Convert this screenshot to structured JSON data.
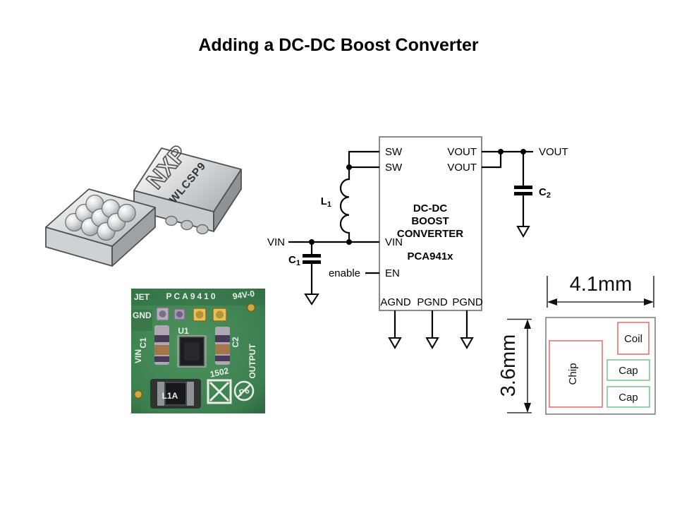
{
  "slide": {
    "title": "Adding a DC-DC Boost Converter"
  },
  "theme": {
    "accent_red": "#e57373",
    "accent_green": "#7fc795",
    "block_border": "#8a8a8a"
  },
  "chip_render": {
    "logo": "NXP",
    "package_name": "WLCSP9"
  },
  "schematic": {
    "block": {
      "title_lines": [
        "DC-DC",
        "BOOST",
        "CONVERTER"
      ],
      "part_number": "PCA941x"
    },
    "left_pins": [
      "SW",
      "SW",
      "VIN",
      "EN"
    ],
    "right_pins": [
      "VOUT",
      "VOUT"
    ],
    "bottom_pins": [
      "AGND",
      "PGND",
      "PGND"
    ],
    "net_labels": {
      "vin": "VIN",
      "vout": "VOUT",
      "enable": "enable"
    },
    "components": {
      "inductor": {
        "ref": "L",
        "sub": "1"
      },
      "input_cap": {
        "ref": "C",
        "sub": "1"
      },
      "output_cap": {
        "ref": "C",
        "sub": "2"
      }
    }
  },
  "pcb_photo": {
    "silkscreen": {
      "corner": "JET",
      "part": "PCA9410",
      "rating": "94V-0",
      "gnd": "GND",
      "c1": "C1",
      "vin": "VIN",
      "u1": "U1",
      "c2": "C2",
      "output": "OUTPUT",
      "l1a": "L1A",
      "code": "1502",
      "p6": "P6"
    }
  },
  "package_layout": {
    "width_label": "4.1mm",
    "height_label": "3.6mm",
    "regions": [
      {
        "label": "Chip"
      },
      {
        "label": "Coil"
      },
      {
        "label": "Cap"
      },
      {
        "label": "Cap"
      }
    ]
  }
}
